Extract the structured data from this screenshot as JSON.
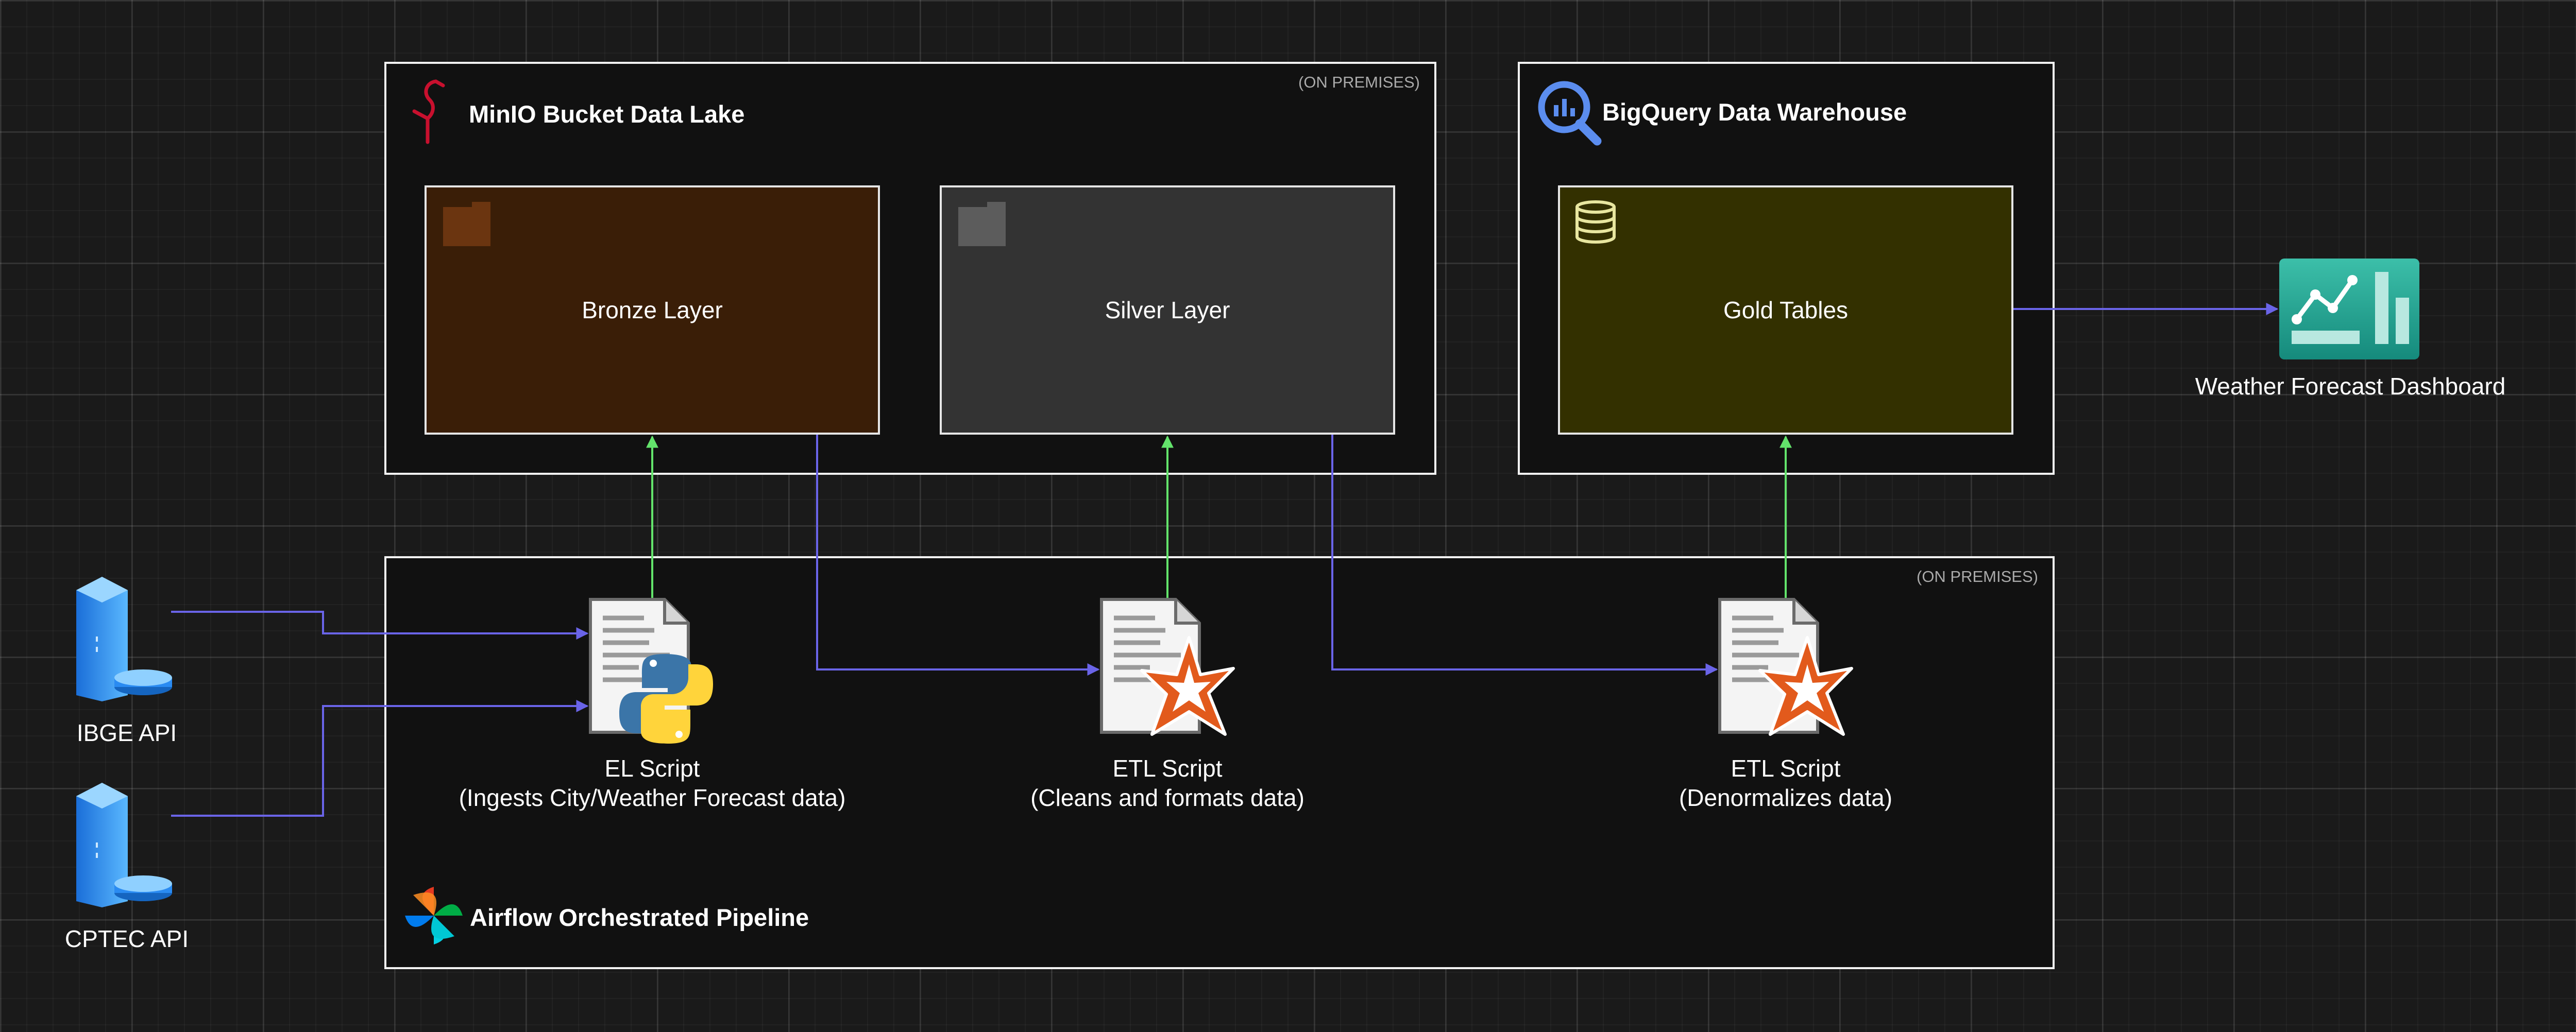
{
  "colors": {
    "background": "#1a1a1a",
    "container": "#111111",
    "bronze": "#3a1e07",
    "silver": "#333333",
    "gold": "#333000",
    "blue_arrow": "#6a64e8",
    "green_arrow": "#63e36b"
  },
  "sources": [
    {
      "label": "IBGE API",
      "icon": "server-icon"
    },
    {
      "label": "CPTEC API",
      "icon": "server-icon"
    }
  ],
  "minio": {
    "title": "MinIO Bucket Data Lake",
    "note": "(ON PREMISES)",
    "icon": "minio-flamingo-icon",
    "bronze": "Bronze Layer",
    "silver": "Silver Layer"
  },
  "bigquery": {
    "title": "BigQuery Data Warehouse",
    "icon": "bigquery-icon",
    "gold": "Gold Tables"
  },
  "pipeline": {
    "title": "Airflow Orchestrated Pipeline",
    "note": "(ON PREMISES)",
    "icon": "airflow-pinwheel-icon",
    "scripts": [
      {
        "line1": "EL Script",
        "line2": "(Ingests City/Weather Forecast data)",
        "icon": "python-script-icon"
      },
      {
        "line1": "ETL Script",
        "line2": "(Cleans and formats data)",
        "icon": "spark-script-icon"
      },
      {
        "line1": "ETL Script",
        "line2": "(Denormalizes data)",
        "icon": "spark-script-icon"
      }
    ]
  },
  "dashboard": {
    "label": "Weather Forecast Dashboard",
    "icon": "dashboard-chart-icon"
  }
}
